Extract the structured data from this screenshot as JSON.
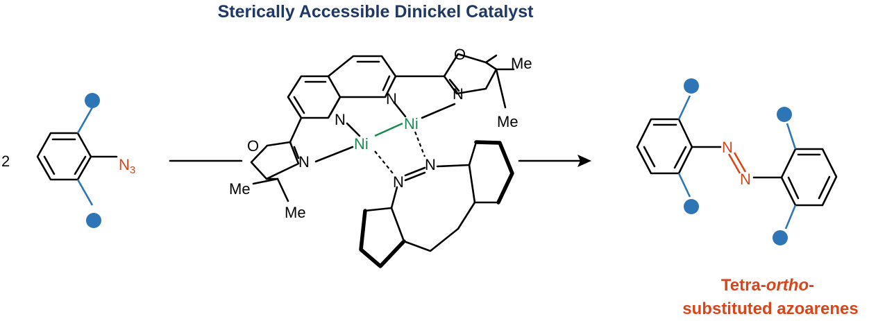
{
  "title": "Sterically Accessible Dinickel Catalyst",
  "product_label": {
    "line1_prefix": "Tetra-",
    "line1_italic": "ortho",
    "line1_suffix": "-",
    "line2": "substituted azoarenes"
  },
  "reactant": {
    "coefficient": "2",
    "azide_N": "N",
    "azide_sub": "3"
  },
  "catalyst_atoms": {
    "oxygen": "O",
    "nitrogen": "N",
    "nickel": "Ni",
    "methyl": "Me"
  },
  "colors": {
    "title": "#1f3864",
    "product_label": "#d9451a",
    "nickel": "#1a8a55",
    "substituent": "#2e75b6",
    "azide": "#d9451a"
  }
}
